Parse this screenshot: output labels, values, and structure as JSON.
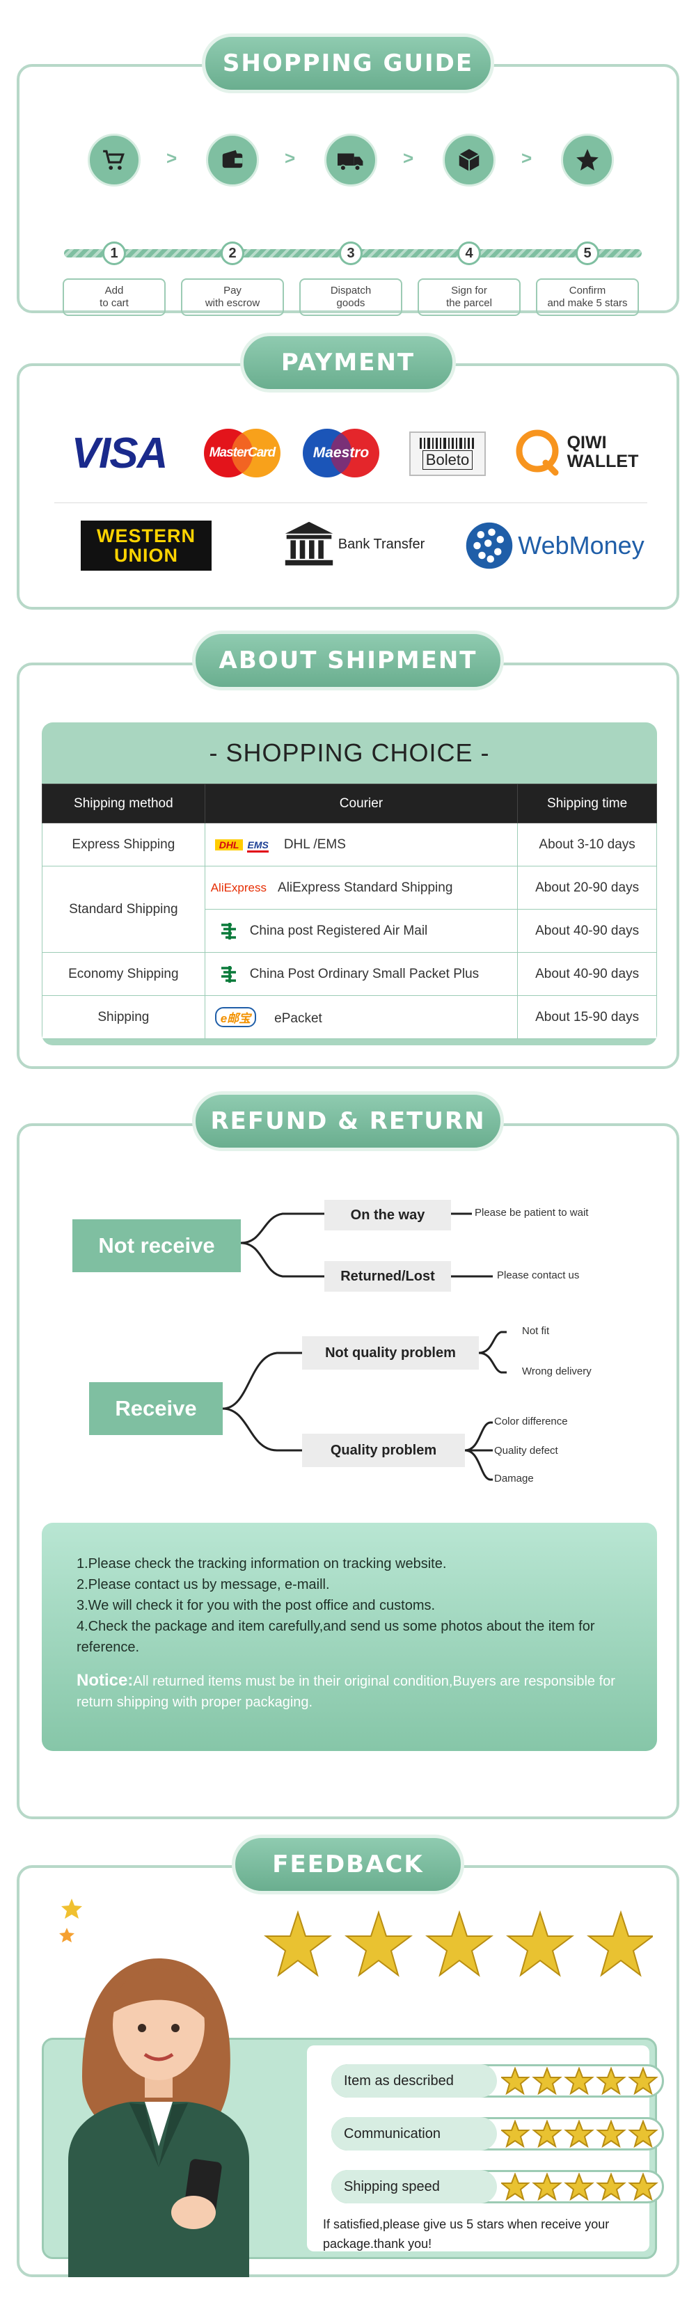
{
  "guide": {
    "title": "SHOPPING GUIDE",
    "steps": [
      {
        "num": "1",
        "label": "Add\nto cart",
        "icon": "cart-icon"
      },
      {
        "num": "2",
        "label": "Pay\nwith escrow",
        "icon": "wallet-icon"
      },
      {
        "num": "3",
        "label": "Dispatch\ngoods",
        "icon": "truck-icon"
      },
      {
        "num": "4",
        "label": "Sign for\nthe parcel",
        "icon": "box-icon"
      },
      {
        "num": "5",
        "label": "Confirm\nand make 5 stars",
        "icon": "star-icon"
      }
    ],
    "arrow": ">"
  },
  "payment": {
    "title": "PAYMENT",
    "visa": "VISA",
    "mastercard": "MasterCard",
    "maestro": "Maestro",
    "boleto": "Boleto",
    "qiwi1": "QIWI",
    "qiwi2": "WALLET",
    "western1": "WESTERN",
    "western2": "UNION",
    "bank": "Bank Transfer",
    "webmoney": "WebMoney"
  },
  "shipment": {
    "title": "ABOUT SHIPMENT",
    "choice": "- SHOPPING CHOICE -",
    "headers": [
      "Shipping method",
      "Courier",
      "Shipping time"
    ],
    "rows": {
      "express": {
        "method": "Express Shipping",
        "courier": "DHL /EMS",
        "time": "About 3-10 days"
      },
      "standard": {
        "method": "Standard Shipping",
        "courier1": "AliExpress Standard Shipping",
        "time1": "About 20-90 days",
        "courier2": "China post Registered Air Mail",
        "time2": "About 40-90 days"
      },
      "economy": {
        "method": "Economy Shipping",
        "courier": "China Post Ordinary Small Packet Plus",
        "time": "About 40-90 days"
      },
      "shipping": {
        "method": "Shipping",
        "courier": "ePacket",
        "time": "About 15-90 days"
      }
    },
    "logos": {
      "dhl": "DHL",
      "ems": "EMS",
      "aliexpress": "AliExpress",
      "epacket": "e邮宝"
    }
  },
  "refund": {
    "title": "REFUND & RETURN",
    "not_receive": "Not receive",
    "on_the_way": "On the way",
    "patient": "Please be patient to wait",
    "returned": "Returned/Lost",
    "contact": "Please contact us",
    "receive": "Receive",
    "not_quality": "Not quality problem",
    "not_fit": "Not fit",
    "wrong": "Wrong delivery",
    "quality": "Quality problem",
    "color": "Color difference",
    "defect": "Quality defect",
    "damage": "Damage",
    "notes": [
      "1.Please check the tracking information on tracking website.",
      "2.Please contact us by message, e-maill.",
      "3.We will check it for you with the post office and customs.",
      "4.Check the package and item carefully,and send us some photos about the item for reference."
    ],
    "notice_label": "Notice:",
    "notice_text": "All returned items must be in their original condition,Buyers are responsible for return shipping with proper packaging."
  },
  "feedback": {
    "title": "FEEDBACK",
    "ratings": [
      "Item as described",
      "Communication",
      "Shipping speed"
    ],
    "note": "If satisfied,please give us 5 stars when receive your package.thank you!"
  },
  "colors": {
    "accent": "#7fbfa1",
    "border": "#b7d8c8"
  }
}
